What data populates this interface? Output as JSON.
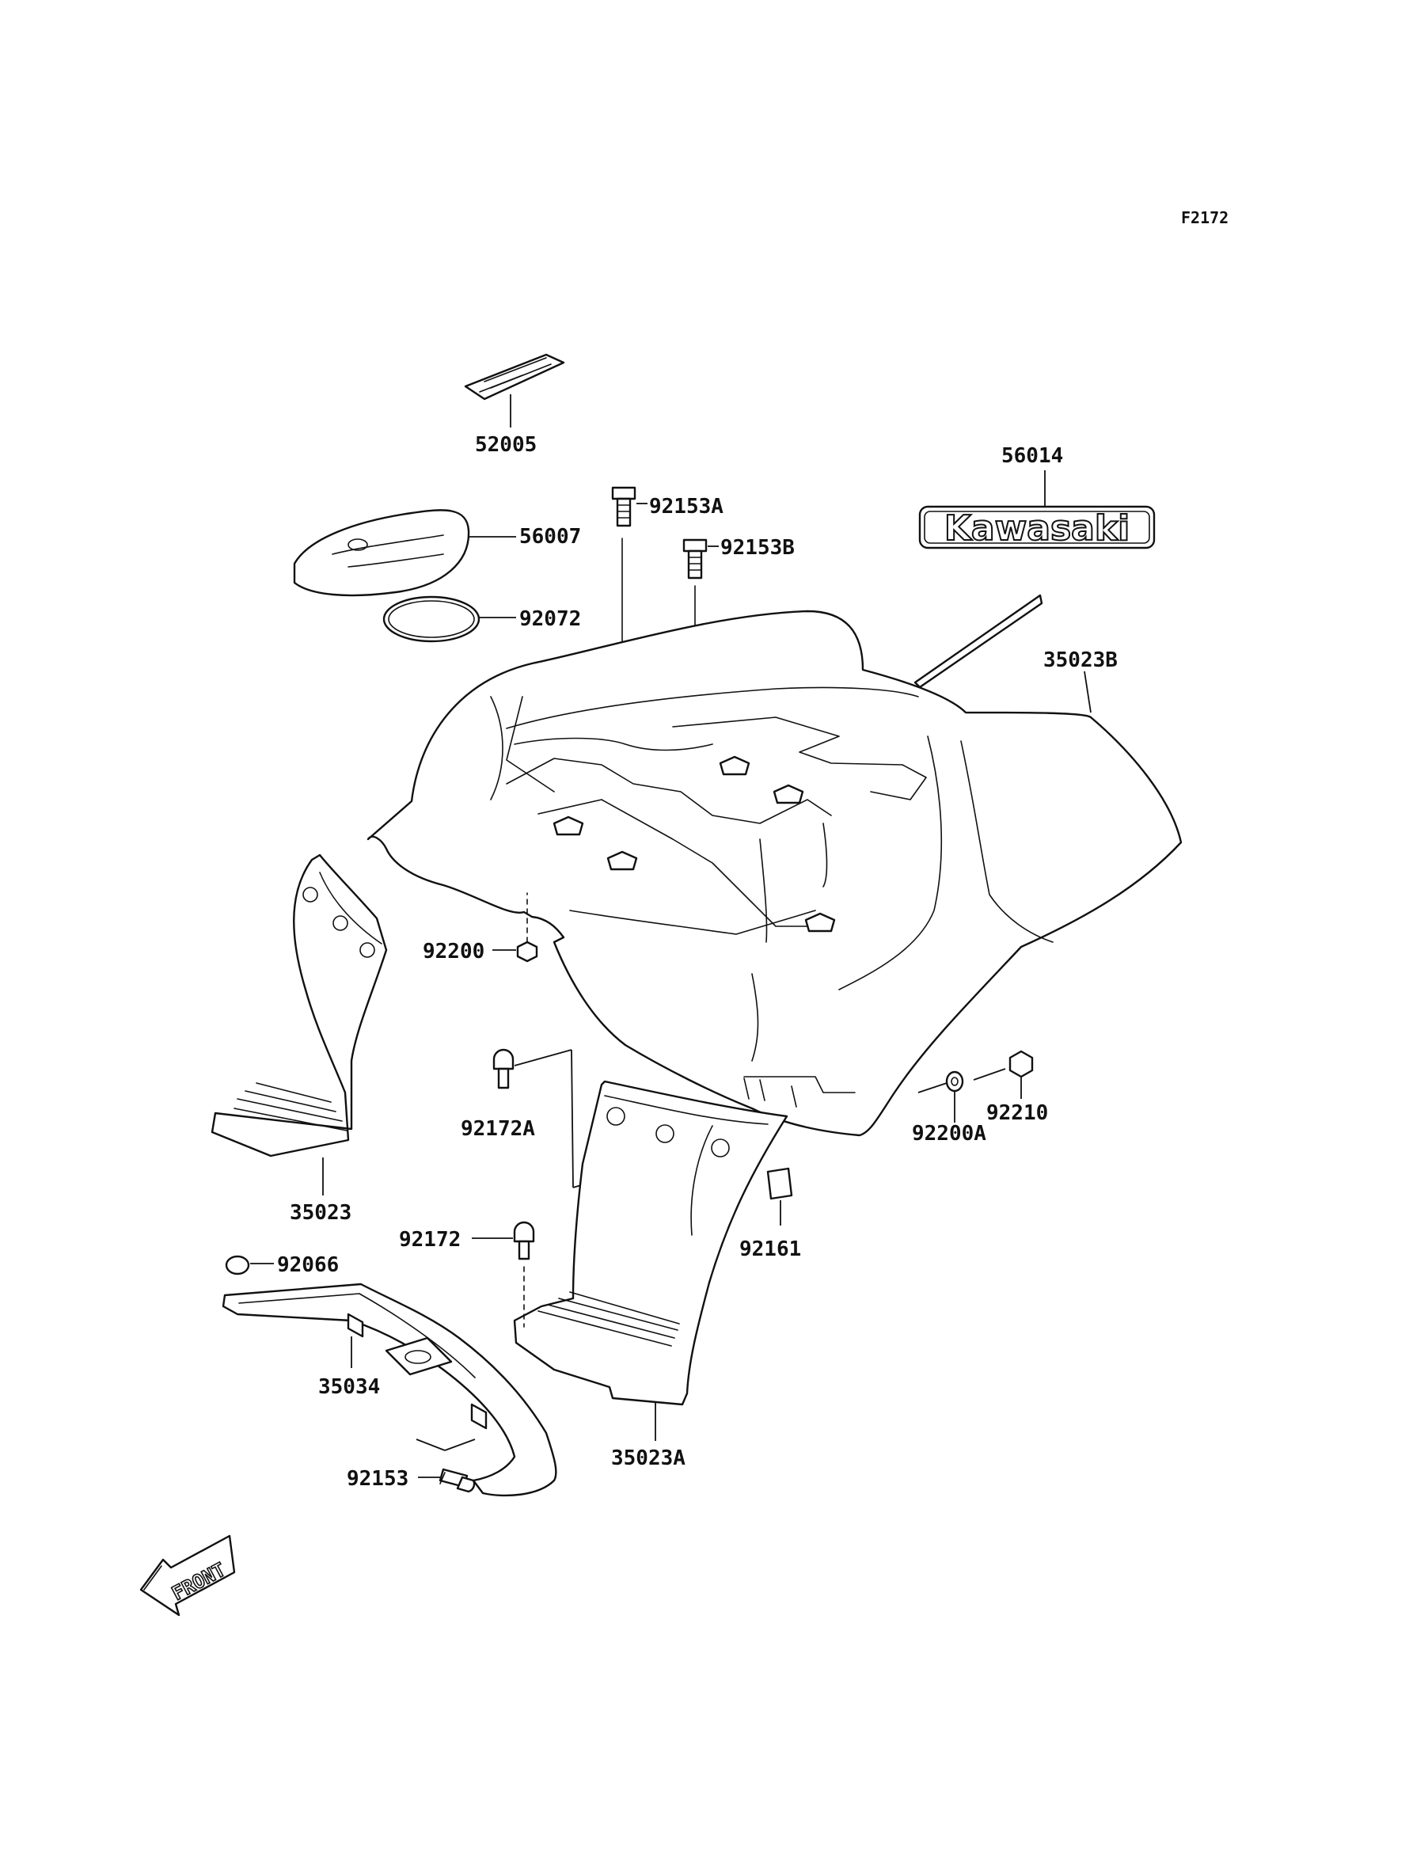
{
  "figure_code": "F2172",
  "brand_emblem_text": "Kawasaki",
  "front_arrow_text": "FRONT",
  "parts": {
    "p52005": "52005",
    "p56014": "56014",
    "p92153A": "92153A",
    "p92153B": "92153B",
    "p56007": "56007",
    "p92072": "92072",
    "p35023B": "35023B",
    "p92200": "92200",
    "p92172A": "92172A",
    "p92200A": "92200A",
    "p92210": "92210",
    "p35023": "35023",
    "p92172": "92172",
    "p92161": "92161",
    "p92066": "92066",
    "p35034": "35034",
    "p35023A": "35023A",
    "p92153": "92153"
  },
  "colors": {
    "line": "#111111",
    "background": "#ffffff"
  }
}
